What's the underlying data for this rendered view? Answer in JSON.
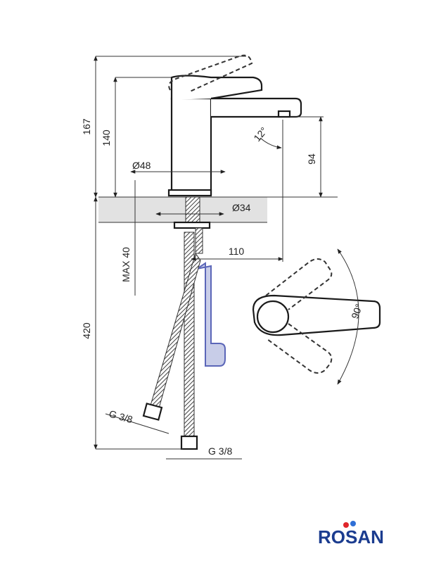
{
  "dimensions": {
    "overall_height": "167",
    "body_height": "140",
    "spout_height": "94",
    "spray_angle": "12°",
    "body_diameter": "Ø48",
    "hole_diameter": "Ø34",
    "max_thickness": "MAX 40",
    "reach": "110",
    "hose_length": "420",
    "thread_left": "G 3/8",
    "thread_right": "G 3/8",
    "lever_angle": "90°"
  },
  "brand": {
    "name": "ROSAN",
    "colors": {
      "text": "#1b3c8f",
      "accent_red": "#e0262b",
      "accent_blue": "#2f6fd6"
    }
  },
  "colors": {
    "bracket_fill": "#c8cde8",
    "bracket_stroke": "#5b66b8",
    "counter_shade": "#e2e2e2"
  }
}
